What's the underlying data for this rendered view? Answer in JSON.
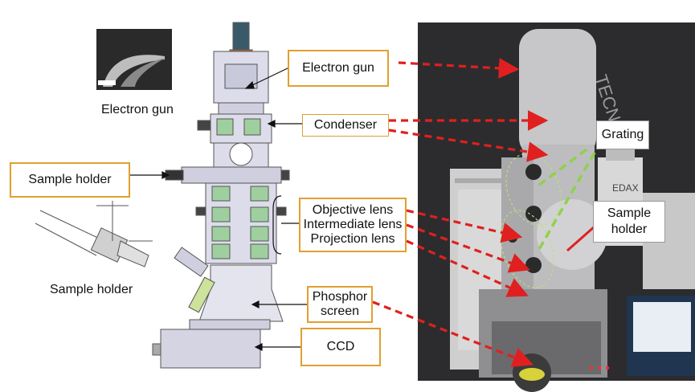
{
  "labels": {
    "electron_gun_box": "Electron gun",
    "electron_gun_caption": "Electron gun",
    "condenser": "Condenser",
    "sample_holder_box": "Sample holder",
    "sample_holder_caption": "Sample holder",
    "objective_lens": "Objective lens",
    "intermediate_lens": "Intermediate lens",
    "projection_lens": "Projection lens",
    "phosphor_screen_line1": "Phosphor",
    "phosphor_screen_line2": "screen",
    "ccd": "CCD",
    "grating": "Grating",
    "sample_holder_photo_line1": "Sample",
    "sample_holder_photo_line2": "holder",
    "photo_logo": "TECNAI",
    "photo_edax": "EDAX"
  },
  "colors": {
    "box_border": "#e0a030",
    "arrow_red": "#e02020",
    "grating_green": "#8fd14f",
    "line_black": "#111111"
  }
}
